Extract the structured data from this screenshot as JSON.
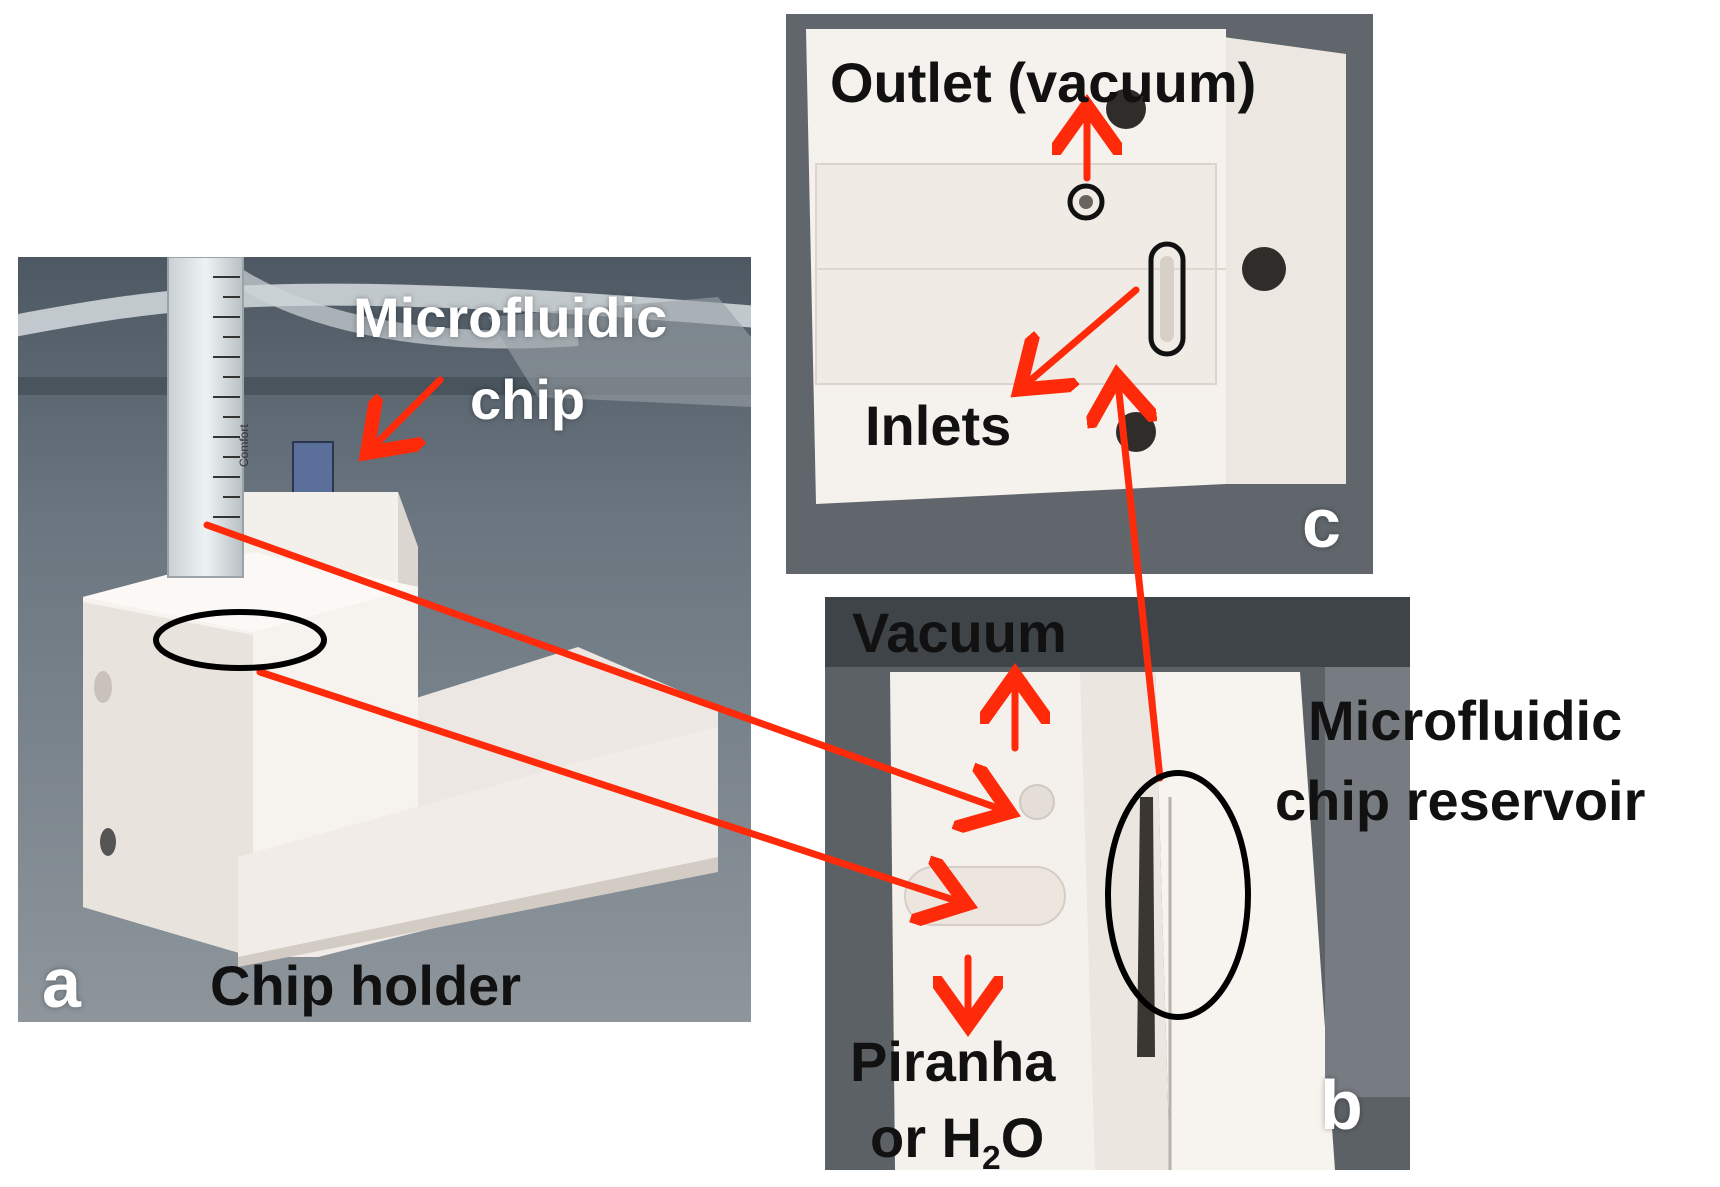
{
  "panels": {
    "a": {
      "letter": "a",
      "caption": "Chip holder",
      "chip_label_line1": "Microfluidic",
      "chip_label_line2": "chip",
      "syringe_text": "Comfort"
    },
    "b": {
      "letter": "b",
      "vacuum": "Vacuum",
      "reservoir_line1": "Microfluidic",
      "reservoir_line2": "chip reservoir",
      "piranha_line1": "Piranha",
      "piranha_line2_prefix": "or H",
      "piranha_sub": "2",
      "piranha_suffix": "O"
    },
    "c": {
      "letter": "c",
      "outlet": "Outlet (vacuum)",
      "inlets": "Inlets"
    }
  },
  "colors": {
    "arrow": "#ff2a0a",
    "ellipse": "#000000",
    "label": "#111111",
    "panel_letter": "#ffffff",
    "white_plastic": "#f2ede8"
  }
}
